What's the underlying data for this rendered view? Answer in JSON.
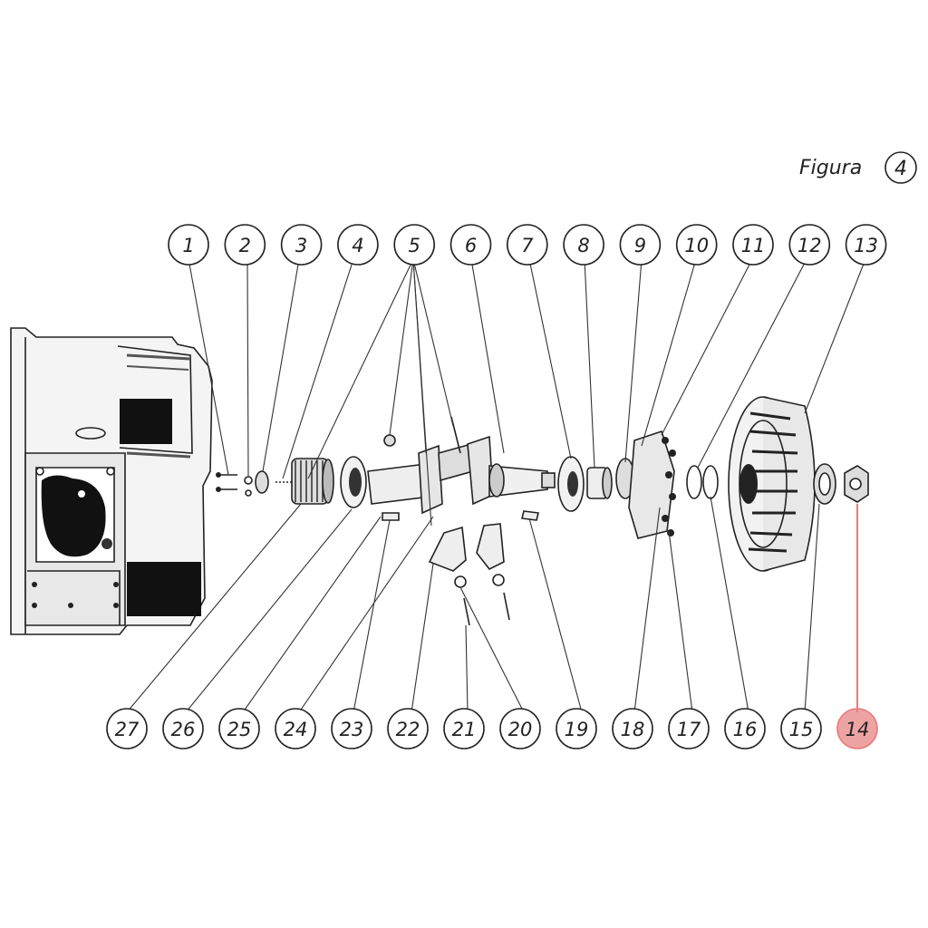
{
  "figure": {
    "label": "Figura",
    "number": "4"
  },
  "highlight_color": "#e77c7c",
  "callouts_top": [
    "1",
    "2",
    "3",
    "4",
    "5",
    "6",
    "7",
    "8",
    "9",
    "10",
    "11",
    "12",
    "13"
  ],
  "callouts_bottom": [
    "27",
    "26",
    "25",
    "24",
    "23",
    "22",
    "21",
    "20",
    "19",
    "18",
    "17",
    "16",
    "15",
    "14"
  ],
  "highlighted_callout": "14"
}
